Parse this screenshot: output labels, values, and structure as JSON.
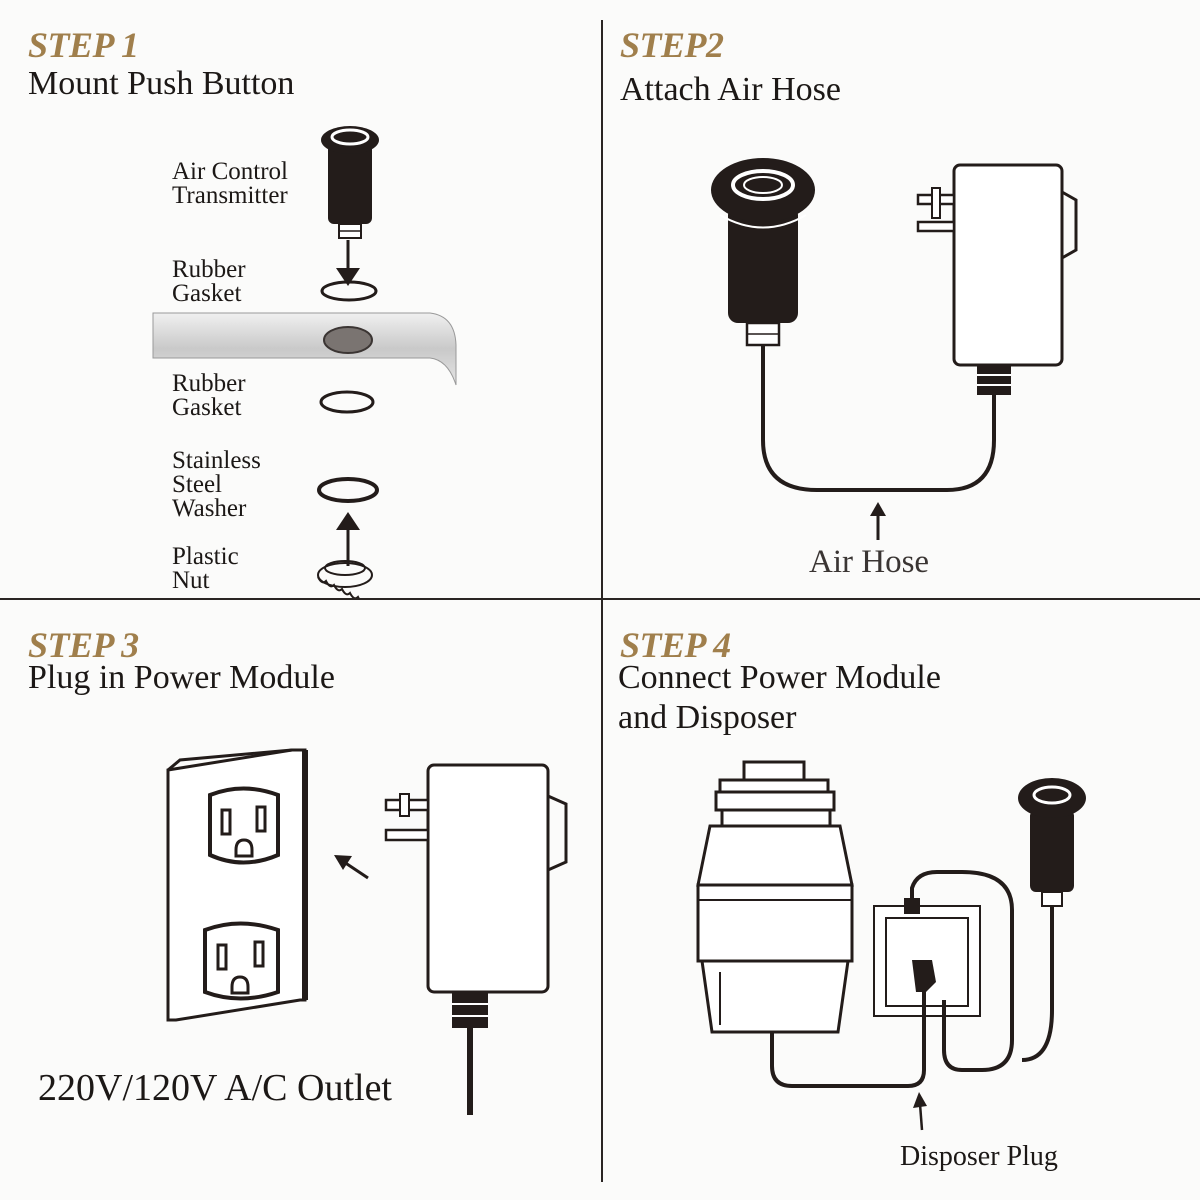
{
  "steps": [
    {
      "number": "STEP 1",
      "title": "Mount Push Button",
      "labels": {
        "transmitter": "Air Control\nTransmitter",
        "gasket_top": "Rubber\nGasket",
        "gasket_bottom": "Rubber\nGasket",
        "washer": "Stainless\nSteel\nWasher",
        "nut": "Plastic\nNut"
      }
    },
    {
      "number": "STEP2",
      "title": "Attach Air Hose",
      "labels": {
        "air_hose": "Air Hose"
      }
    },
    {
      "number": "STEP 3",
      "title": "Plug in Power Module",
      "labels": {
        "outlet": "220V/120V A/C Outlet"
      }
    },
    {
      "number": "STEP 4",
      "title": "Connect Power Module\nand Disposer",
      "labels": {
        "disposer_plug": "Disposer Plug"
      }
    }
  ],
  "colors": {
    "step_accent": "#a07f4c",
    "ink": "#1c1816",
    "divider": "#2a2523"
  },
  "icons": [
    "push-button-icon",
    "gasket-icon",
    "washer-icon",
    "plastic-nut-icon",
    "power-adapter-icon",
    "wall-outlet-icon",
    "disposer-icon",
    "arrow-icon"
  ]
}
